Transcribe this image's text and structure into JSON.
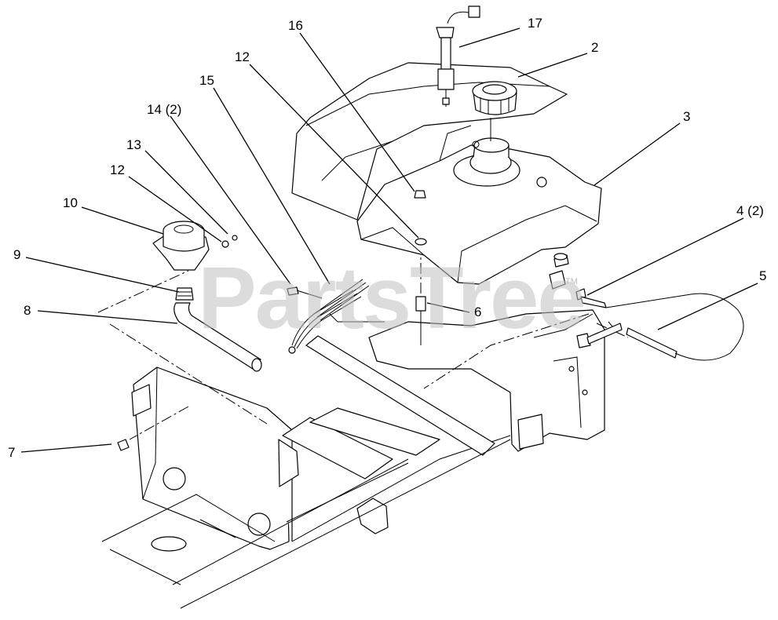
{
  "watermark": {
    "text": "PartsTree",
    "tm": "TM"
  },
  "callouts": [
    {
      "id": "17",
      "label": "17"
    },
    {
      "id": "2",
      "label": "2"
    },
    {
      "id": "16",
      "label": "16"
    },
    {
      "id": "12a",
      "label": "12"
    },
    {
      "id": "15",
      "label": "15"
    },
    {
      "id": "3",
      "label": "3"
    },
    {
      "id": "14",
      "label": "14 (2)"
    },
    {
      "id": "13",
      "label": "13"
    },
    {
      "id": "12b",
      "label": "12"
    },
    {
      "id": "10",
      "label": "10"
    },
    {
      "id": "4",
      "label": "4 (2)"
    },
    {
      "id": "9",
      "label": "9"
    },
    {
      "id": "5",
      "label": "5"
    },
    {
      "id": "8",
      "label": "8"
    },
    {
      "id": "6",
      "label": "6"
    },
    {
      "id": "7",
      "label": "7"
    }
  ]
}
